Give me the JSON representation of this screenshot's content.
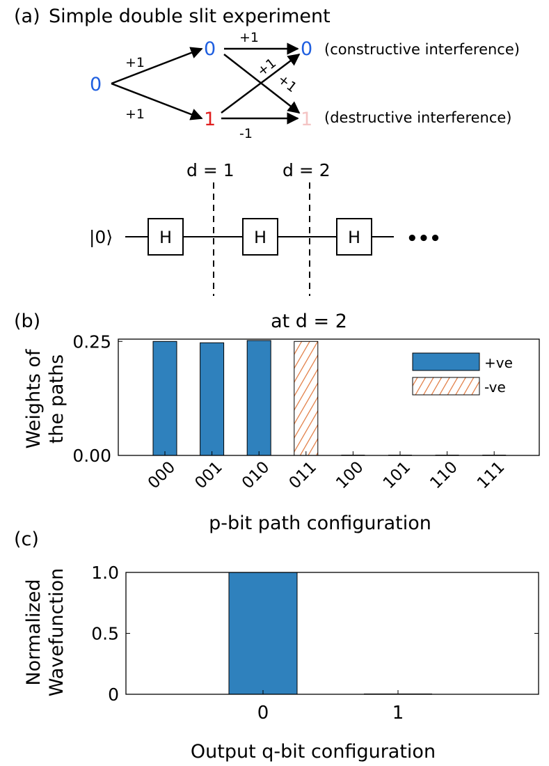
{
  "panel_a": {
    "label": "(a)",
    "title": "Simple double slit experiment",
    "nodes": {
      "start": "0",
      "mid_top": "0",
      "mid_bottom": "1",
      "end_top": "0",
      "end_bottom": "1"
    },
    "weights": {
      "start_to_top": "+1",
      "start_to_bottom": "+1",
      "top_to_top": "+1",
      "bottom_to_top": "+1",
      "top_to_bottom": "+1",
      "bottom_to_bottom": "-1"
    },
    "notes": {
      "constructive": "(constructive interference)",
      "destructive": "(destructive interference)"
    },
    "colors": {
      "blue": "#1f5fe0",
      "red": "#e01f1f",
      "faded": "#f4c4c4"
    },
    "circuit": {
      "ket": "|0⟩",
      "gate": "H",
      "ellipsis": "•••",
      "depth_labels": [
        "d = 1",
        "d = 2"
      ]
    }
  },
  "panel_b": {
    "label": "(b)",
    "chart_data": {
      "type": "bar",
      "title": "at d = 2",
      "xlabel": "p-bit path configuration",
      "ylabel": [
        "Weights of",
        "the paths"
      ],
      "categories": [
        "000",
        "001",
        "010",
        "011",
        "100",
        "101",
        "110",
        "111"
      ],
      "series": [
        {
          "name": "+ve",
          "values": [
            0.25,
            0.247,
            0.252,
            0,
            0,
            0,
            0,
            0
          ],
          "color": "#2f81bd"
        },
        {
          "name": "-ve",
          "values": [
            0,
            0,
            0,
            0.25,
            0,
            0,
            0,
            0
          ],
          "color": "#e0763a",
          "pattern": "hatch"
        }
      ],
      "yticks": [
        "0.00",
        "0.25"
      ],
      "ylim": [
        0,
        0.255
      ],
      "legend_position": "top-right"
    }
  },
  "panel_c": {
    "label": "(c)",
    "chart_data": {
      "type": "bar",
      "title": "",
      "xlabel": "Output q-bit configuration",
      "ylabel": [
        "Normalized",
        "Wavefunction"
      ],
      "categories": [
        "0",
        "1"
      ],
      "values": [
        1.0,
        0.0
      ],
      "yticks": [
        "0",
        "0.5",
        "1.0"
      ],
      "ytick_values": [
        0,
        0.5,
        1.0
      ],
      "ylim": [
        0,
        1.0
      ],
      "bar_color": "#2f81bd"
    }
  }
}
